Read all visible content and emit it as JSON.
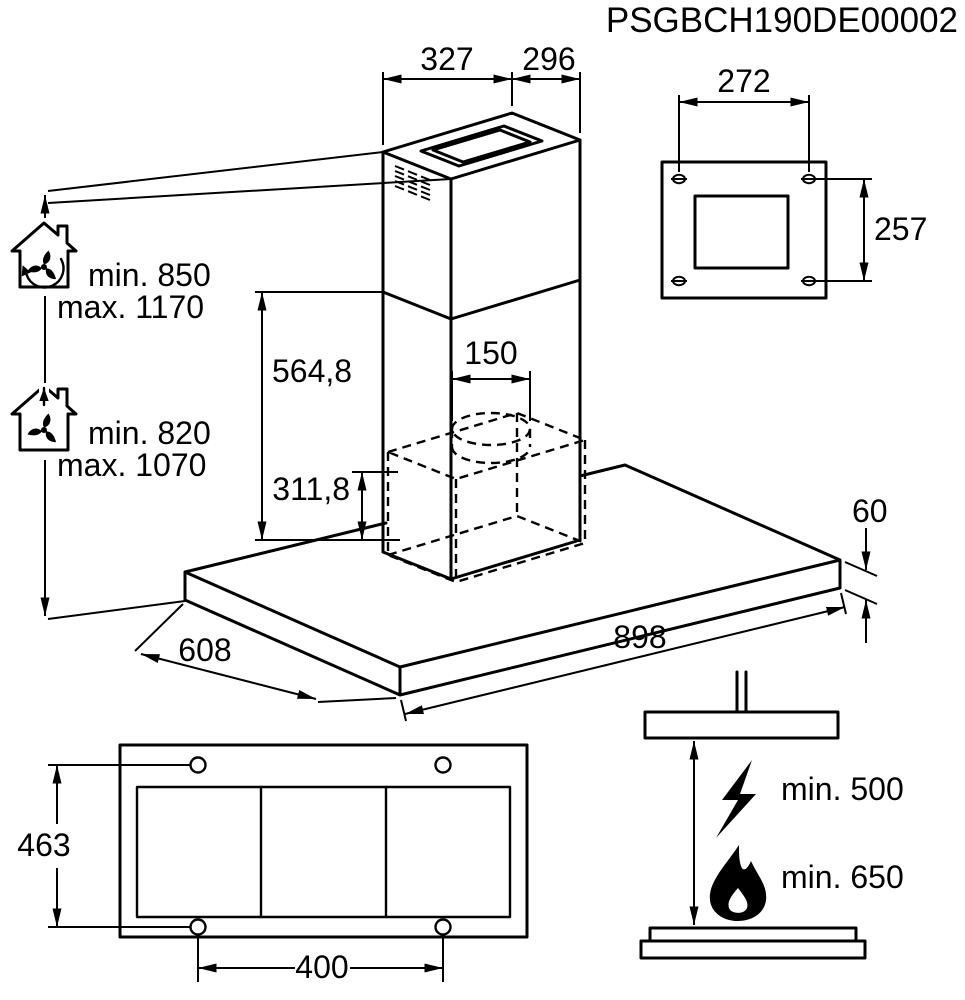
{
  "page": {
    "background": "#ffffff",
    "line_color": "#000000"
  },
  "title_code": "PSGBCH190DE00002",
  "main_view": {
    "dims": {
      "chimney_width": "327",
      "chimney_depth": "296",
      "upper_section_height": "564,8",
      "duct_diameter": "150",
      "lower_section_height": "311,8",
      "panel_width": "898",
      "panel_depth": "608",
      "panel_thickness": "60"
    },
    "recirculation": {
      "icon": "house-recirculation-fan-icon",
      "min": "min. 850",
      "max": "max. 1170"
    },
    "extraction": {
      "icon": "house-extraction-fan-icon",
      "min": "min. 820",
      "max": "max. 1070"
    }
  },
  "ceiling_fixing_view": {
    "dims": {
      "hole_pitch_x": "272",
      "hole_pitch_y": "257"
    }
  },
  "panel_fixing_view": {
    "dims": {
      "hole_pitch_y": "463",
      "hole_pitch_x": "400"
    }
  },
  "clearance_view": {
    "electric_hob": {
      "icon": "lightning-bolt-icon",
      "label": "min. 500"
    },
    "gas_hob": {
      "icon": "flame-icon",
      "label": "min. 650"
    }
  }
}
